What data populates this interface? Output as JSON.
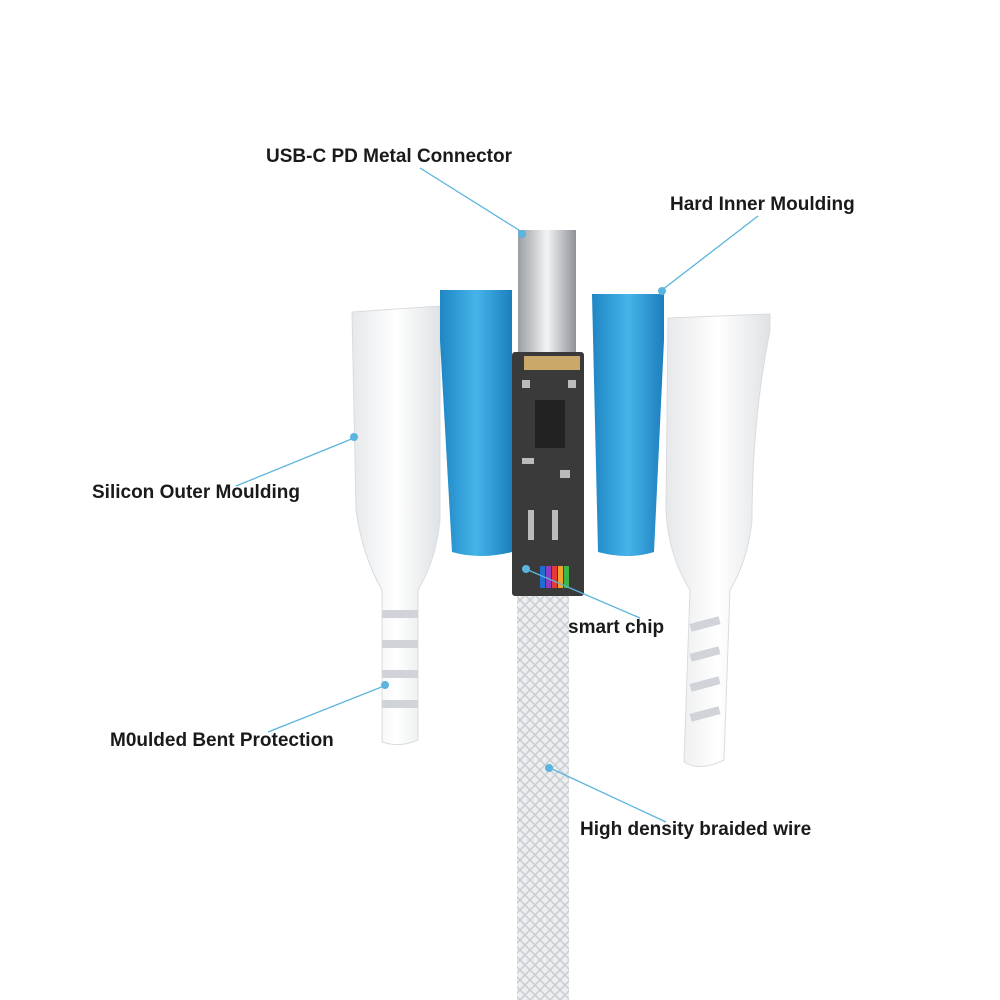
{
  "diagram": {
    "title": "USB-C cable construction",
    "labels": {
      "connector": "USB-C PD Metal Connector",
      "inner_moulding": "Hard Inner Moulding",
      "outer_moulding": "Silicon Outer Moulding",
      "chip": "smart chip",
      "bent_protection": "M0ulded Bent Protection",
      "braided_wire": "High density braided wire"
    },
    "colors": {
      "leader_line": "#5ab4dd",
      "inner_moulding": "#2f9ad6",
      "outer_moulding": "#f4f5f6",
      "pcb": "#3a3a3a"
    }
  }
}
